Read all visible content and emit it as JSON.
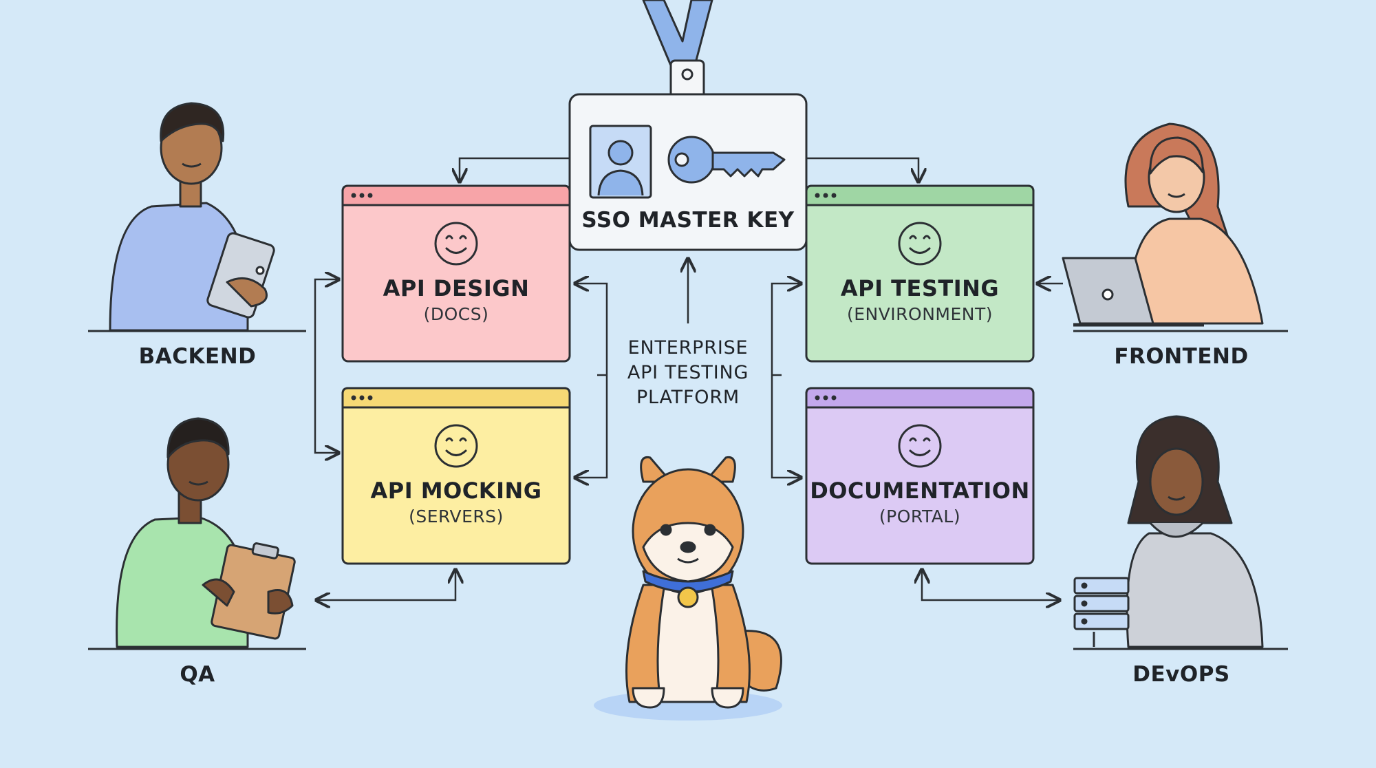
{
  "badge": {
    "label": "SSO MASTER KEY"
  },
  "platform": {
    "line1": "ENTERPRISE",
    "line2": "API TESTING",
    "line3": "PLATFORM"
  },
  "modules": [
    {
      "title": "API DESIGN",
      "subtitle": "(DOCS)"
    },
    {
      "title": "API TESTING",
      "subtitle": "(ENVIRONMENT)"
    },
    {
      "title": "API MOCKING",
      "subtitle": "(SERVERS)"
    },
    {
      "title": "DOCUMENTATION",
      "subtitle": "(PORTAL)"
    }
  ],
  "roles": [
    {
      "label": "BACKEND"
    },
    {
      "label": "FRONTEND"
    },
    {
      "label": "QA"
    },
    {
      "label": "DEvOPS"
    }
  ],
  "colors": {
    "background": "#d5e9f8",
    "design_body": "#fcc8ca",
    "design_bar": "#f7a4a8",
    "testing_body": "#c3e8c6",
    "testing_bar": "#9fd6a4",
    "mocking_body": "#fdeea2",
    "mocking_bar": "#f6d975",
    "docs_body": "#dccaf4",
    "docs_bar": "#c3a8ec",
    "outline": "#2b2f33",
    "accent_blue": "#8fb4ea",
    "dog_orange": "#e9a15c"
  }
}
